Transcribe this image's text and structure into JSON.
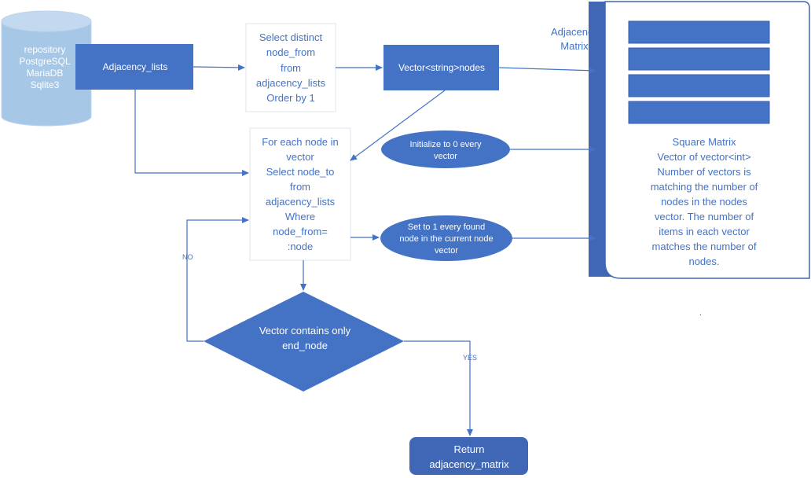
{
  "database": {
    "lines": [
      "repository",
      "PostgreSQL",
      "MariaDB",
      "Sqlite3"
    ]
  },
  "adjacency_lists_box": {
    "label": "Adjacency_lists"
  },
  "select_distinct_box": {
    "lines": [
      "Select distinct",
      "node_from",
      "from",
      "adjacency_lists",
      "Order by 1"
    ]
  },
  "vector_nodes_box": {
    "label": "Vector<string>nodes"
  },
  "adjacency_matrix_label": {
    "lines": [
      "Adjacency",
      "Matrix"
    ]
  },
  "matrix_description": {
    "lines": [
      "Square Matrix",
      "Vector of vector<int>",
      "Number of  vectors is",
      "matching the number of",
      "nodes in the nodes",
      "vector. The number of",
      "items in each vector",
      "matches the number of",
      "nodes."
    ]
  },
  "foreach_box": {
    "lines": [
      "For each node in",
      "vector",
      "Select  node_to",
      "from",
      "adjacency_lists",
      "Where",
      "node_from=",
      ":node"
    ]
  },
  "init_ellipse": {
    "lines": [
      "Initialize to 0 every",
      "vector"
    ]
  },
  "set_ellipse": {
    "lines": [
      "Set to 1 every found",
      "node in the current node",
      "vector"
    ]
  },
  "decision": {
    "lines": [
      "Vector contains only",
      "end_node"
    ]
  },
  "no_label": "NO",
  "yes_label": "YES",
  "return_box": {
    "lines": [
      "Return",
      "adjacency_matrix"
    ]
  },
  "stray_mark": ".",
  "colors": {
    "dark_blue": "#4472c4",
    "mid_blue": "#3f67b5",
    "light_blue": "#a7c7e7",
    "text_blue": "#4472c4",
    "box_border": "#d9e2f0",
    "white": "#ffffff"
  }
}
